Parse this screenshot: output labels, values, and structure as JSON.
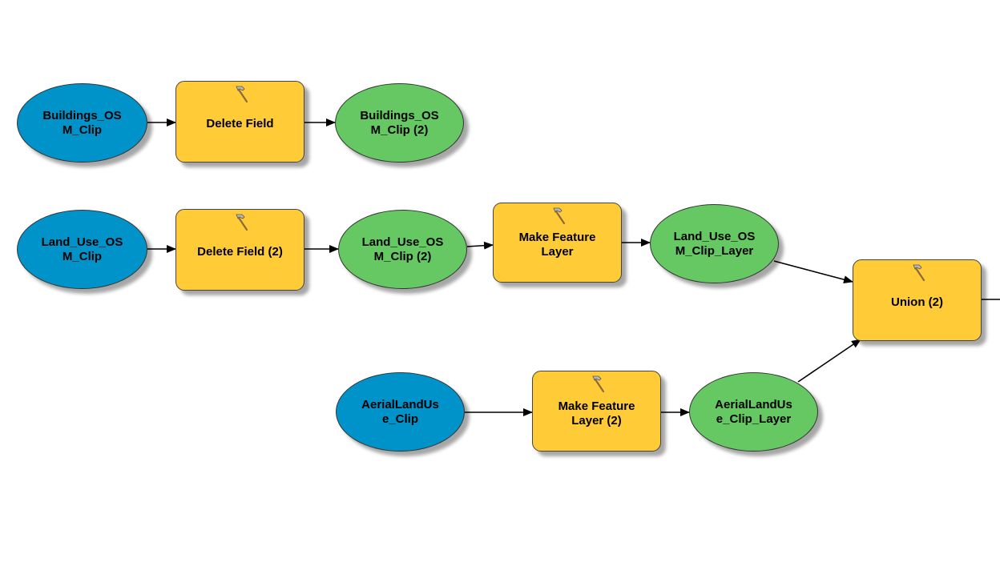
{
  "model": {
    "nodes": {
      "buildings_clip": {
        "label": "Buildings_OS\nM_Clip",
        "kind": "input"
      },
      "delete_field": {
        "label": "Delete Field",
        "kind": "tool",
        "icon": "hammer-icon"
      },
      "buildings_clip_2": {
        "label": "Buildings_OS\nM_Clip (2)",
        "kind": "output"
      },
      "landuse_clip": {
        "label": "Land_Use_OS\nM_Clip",
        "kind": "input"
      },
      "delete_field_2": {
        "label": "Delete Field (2)",
        "kind": "tool",
        "icon": "hammer-icon"
      },
      "landuse_clip_2": {
        "label": "Land_Use_OS\nM_Clip (2)",
        "kind": "output"
      },
      "make_feature_layer": {
        "label": "Make Feature\nLayer",
        "kind": "tool",
        "icon": "hammer-icon"
      },
      "landuse_clip_layer": {
        "label": "Land_Use_OS\nM_Clip_Layer",
        "kind": "output"
      },
      "union_2": {
        "label": "Union (2)",
        "kind": "tool",
        "icon": "hammer-icon"
      },
      "aerial_clip": {
        "label": "AerialLandUs\ne_Clip",
        "kind": "input"
      },
      "make_feature_layer_2": {
        "label": "Make Feature\nLayer (2)",
        "kind": "tool",
        "icon": "hammer-icon"
      },
      "aerial_clip_layer": {
        "label": "AerialLandUs\ne_Clip_Layer",
        "kind": "output"
      }
    },
    "connections": [
      [
        "buildings_clip",
        "delete_field"
      ],
      [
        "delete_field",
        "buildings_clip_2"
      ],
      [
        "landuse_clip",
        "delete_field_2"
      ],
      [
        "delete_field_2",
        "landuse_clip_2"
      ],
      [
        "landuse_clip_2",
        "make_feature_layer"
      ],
      [
        "make_feature_layer",
        "landuse_clip_layer"
      ],
      [
        "landuse_clip_layer",
        "union_2"
      ],
      [
        "aerial_clip",
        "make_feature_layer_2"
      ],
      [
        "make_feature_layer_2",
        "aerial_clip_layer"
      ],
      [
        "aerial_clip_layer",
        "union_2"
      ],
      [
        "union_2",
        "offscreen_right"
      ]
    ],
    "colors": {
      "input": "#0093c9",
      "output": "#66c862",
      "tool": "#ffcb36",
      "connector": "#000000"
    }
  }
}
